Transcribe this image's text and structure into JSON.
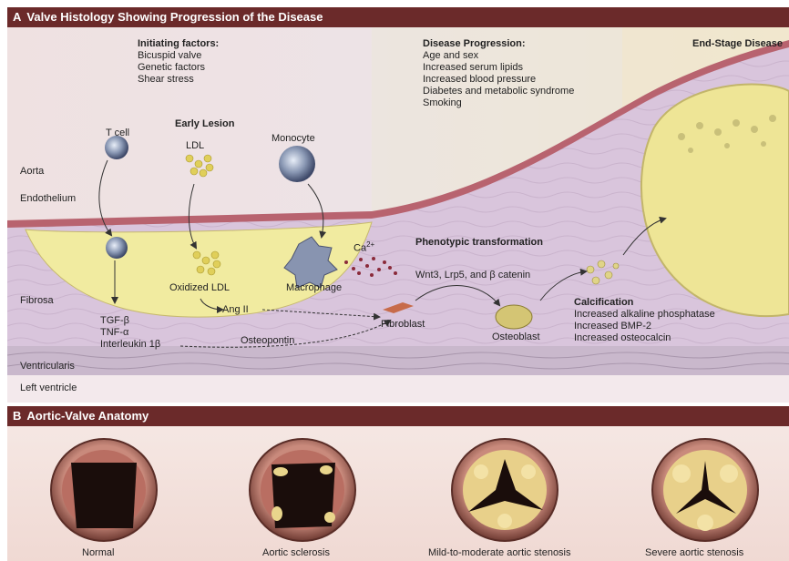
{
  "panel_a": {
    "letter": "A",
    "title": "Valve Histology Showing Progression of the Disease",
    "initiating": {
      "heading": "Initiating factors:",
      "items": [
        "Bicuspid valve",
        "Genetic factors",
        "Shear stress"
      ]
    },
    "progression": {
      "heading": "Disease Progression:",
      "items": [
        "Age and sex",
        "Increased serum lipids",
        "Increased blood pressure",
        "Diabetes and metabolic syndrome",
        "Smoking"
      ]
    },
    "end_stage": "End-Stage Disease",
    "early_lesion": "Early Lesion",
    "tcell": "T cell",
    "ldl": "LDL",
    "monocyte": "Monocyte",
    "aorta": "Aorta",
    "endothelium": "Endothelium",
    "fibrosa": "Fibrosa",
    "ventricularis": "Ventricularis",
    "left_ventricle": "Left ventricle",
    "oxidized_ldl": "Oxidized LDL",
    "macrophage": "Macrophage",
    "ca": "Ca",
    "ca_sup": "2+",
    "phenotypic": "Phenotypic transformation",
    "wnt": "Wnt3, Lrp5, and β catenin",
    "ang": "Ang II",
    "tgf": "TGF-β",
    "tnf": "TNF-α",
    "il": "Interleukin 1β",
    "osteopontin": "Osteopontin",
    "fibroblast": "Fibroblast",
    "osteoblast": "Osteoblast",
    "calcification": {
      "heading": "Calcification",
      "items": [
        "Increased alkaline phosphatase",
        "Increased BMP-2",
        "Increased osteocalcin"
      ]
    }
  },
  "panel_b": {
    "letter": "B",
    "title": "Aortic-Valve Anatomy",
    "valves": [
      "Normal",
      "Aortic sclerosis",
      "Mild-to-moderate aortic stenosis",
      "Severe aortic stenosis"
    ]
  },
  "colors": {
    "header": "#6b2a2a",
    "endothelium": "#b8636f",
    "lesion": "#f1eba0",
    "calcium": "#e6dd96",
    "fibrosa": "#d7c4da"
  }
}
